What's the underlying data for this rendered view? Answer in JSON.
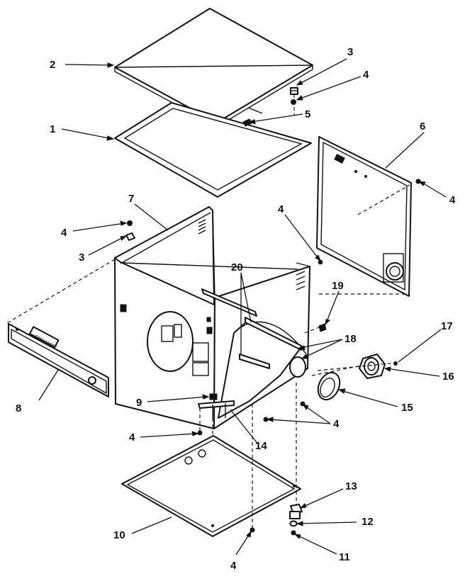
{
  "labels": {
    "top_panel": "2",
    "top_frame": "1",
    "nut_top_right": "3",
    "screw_top_right": "4",
    "clip_top": "5",
    "rear_panel": "6",
    "screw_rear_panel": "4",
    "cabinet": "7",
    "screw_cabinet_left": "4",
    "nut_cabinet_left": "3",
    "screw_cabinet_back": "4",
    "brace": "20",
    "clip_right": "19",
    "rail": "18",
    "pin": "17",
    "bearing": "16",
    "cover_plug": "15",
    "screws_bottom_right": "4",
    "console_panel": "8",
    "bracket_small": "9",
    "bracket_bar": "14",
    "screw_bottom_left": "4",
    "bottom_panel": "10",
    "screw_lowest": "4",
    "leveling_leg": "13",
    "washer": "12",
    "foot_screw": "11"
  },
  "console_text": "DRY MATE"
}
